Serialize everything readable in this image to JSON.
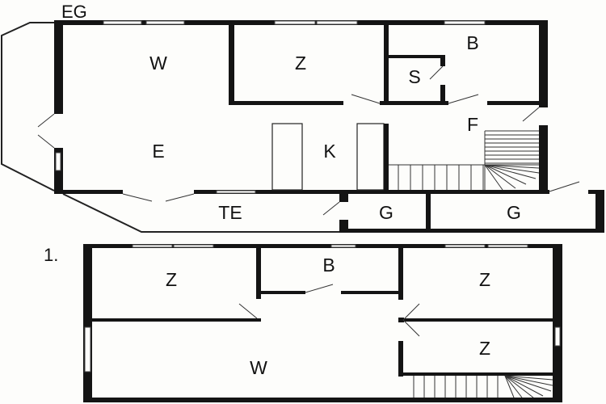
{
  "floors": [
    {
      "name": "EG",
      "rooms": {
        "w": "W",
        "z": "Z",
        "b": "B",
        "s": "S",
        "f": "F",
        "e": "E",
        "k": "K",
        "te": "TE",
        "g1": "G",
        "g2": "G"
      }
    },
    {
      "name": "1.",
      "rooms": {
        "z1": "Z",
        "b": "B",
        "z2": "Z",
        "z3": "Z",
        "w": "W"
      }
    }
  ],
  "colors": {
    "wall": "#141414",
    "background": "#fdfdfb"
  }
}
